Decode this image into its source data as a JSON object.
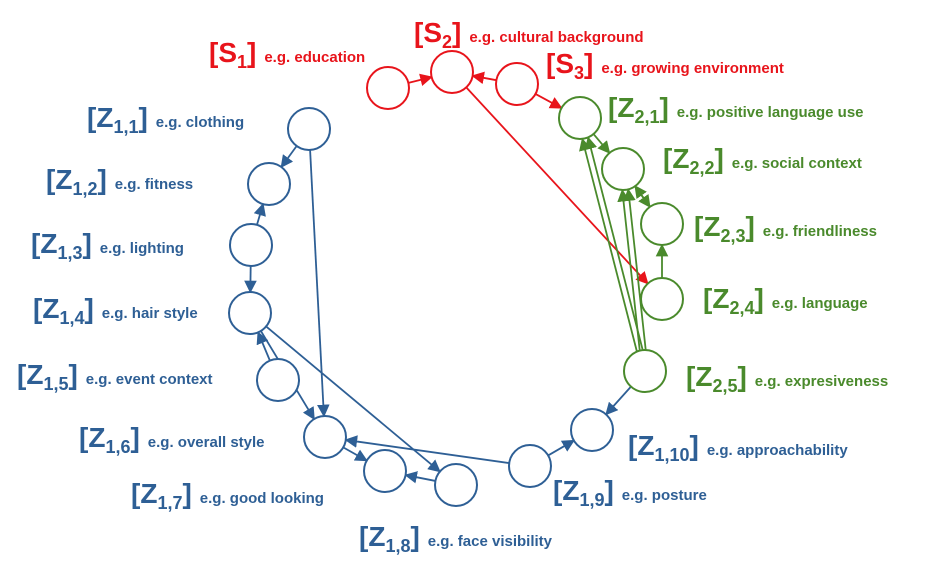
{
  "colors": {
    "red": "#e8141b",
    "blue": "#2e5f95",
    "green": "#4a8a2c"
  },
  "nodes": {
    "S1": {
      "symbol": "S",
      "sub": "1",
      "desc": "e.g. education",
      "group": "red"
    },
    "S2": {
      "symbol": "S",
      "sub": "2",
      "desc": "e.g. cultural background",
      "group": "red"
    },
    "S3": {
      "symbol": "S",
      "sub": "3",
      "desc": "e.g. growing environment",
      "group": "red"
    },
    "Z11": {
      "symbol": "Z",
      "sub": "1,1",
      "desc": "e.g. clothing",
      "group": "blue"
    },
    "Z12": {
      "symbol": "Z",
      "sub": "1,2",
      "desc": "e.g. fitness",
      "group": "blue"
    },
    "Z13": {
      "symbol": "Z",
      "sub": "1,3",
      "desc": "e.g. lighting",
      "group": "blue"
    },
    "Z14": {
      "symbol": "Z",
      "sub": "1,4",
      "desc": "e.g. hair style",
      "group": "blue"
    },
    "Z15": {
      "symbol": "Z",
      "sub": "1,5",
      "desc": "e.g. event context",
      "group": "blue"
    },
    "Z16": {
      "symbol": "Z",
      "sub": "1,6",
      "desc": "e.g. overall style",
      "group": "blue"
    },
    "Z17": {
      "symbol": "Z",
      "sub": "1,7",
      "desc": "e.g. good looking",
      "group": "blue"
    },
    "Z18": {
      "symbol": "Z",
      "sub": "1,8",
      "desc": "e.g. face visibility",
      "group": "blue"
    },
    "Z19": {
      "symbol": "Z",
      "sub": "1,9",
      "desc": "e.g. posture",
      "group": "blue"
    },
    "Z110": {
      "symbol": "Z",
      "sub": "1,10",
      "desc": "e.g. approachability",
      "group": "blue"
    },
    "Z21": {
      "symbol": "Z",
      "sub": "2,1",
      "desc": "e.g. positive language use",
      "group": "green"
    },
    "Z22": {
      "symbol": "Z",
      "sub": "2,2",
      "desc": "e.g. social context",
      "group": "green"
    },
    "Z23": {
      "symbol": "Z",
      "sub": "2,3",
      "desc": "e.g. friendliness",
      "group": "green"
    },
    "Z24": {
      "symbol": "Z",
      "sub": "2,4",
      "desc": "e.g. language",
      "group": "green"
    },
    "Z25": {
      "symbol": "Z",
      "sub": "2,5",
      "desc": "e.g. expresiveness",
      "group": "green"
    }
  },
  "edges": [
    {
      "from": "S1",
      "to": "S2",
      "group": "red"
    },
    {
      "from": "S3",
      "to": "S2",
      "group": "red"
    },
    {
      "from": "S3",
      "to": "Z21",
      "group": "red"
    },
    {
      "from": "S2",
      "to": "Z24",
      "group": "red"
    },
    {
      "from": "Z11",
      "to": "Z12",
      "group": "blue"
    },
    {
      "from": "Z11",
      "to": "Z16",
      "group": "blue"
    },
    {
      "from": "Z13",
      "to": "Z12",
      "group": "blue"
    },
    {
      "from": "Z13",
      "to": "Z14",
      "group": "blue"
    },
    {
      "from": "Z15",
      "to": "Z14",
      "group": "blue"
    },
    {
      "from": "Z14",
      "to": "Z16",
      "group": "blue"
    },
    {
      "from": "Z14",
      "to": "Z18",
      "group": "blue"
    },
    {
      "from": "Z16",
      "to": "Z17",
      "group": "blue"
    },
    {
      "from": "Z18",
      "to": "Z17",
      "group": "blue"
    },
    {
      "from": "Z19",
      "to": "Z16",
      "group": "blue"
    },
    {
      "from": "Z19",
      "to": "Z110",
      "group": "blue"
    },
    {
      "from": "Z25",
      "to": "Z110",
      "group": "blue"
    },
    {
      "from": "Z21",
      "to": "Z22",
      "group": "green"
    },
    {
      "from": "Z22",
      "to": "Z23",
      "group": "green"
    },
    {
      "from": "Z23",
      "to": "Z22",
      "group": "green"
    },
    {
      "from": "Z24",
      "to": "Z23",
      "group": "green"
    },
    {
      "from": "Z25",
      "to": "Z21",
      "group": "green"
    },
    {
      "from": "Z25",
      "to": "Z21",
      "group": "green"
    },
    {
      "from": "Z25",
      "to": "Z22",
      "group": "green"
    },
    {
      "from": "Z25",
      "to": "Z22",
      "group": "green"
    }
  ]
}
